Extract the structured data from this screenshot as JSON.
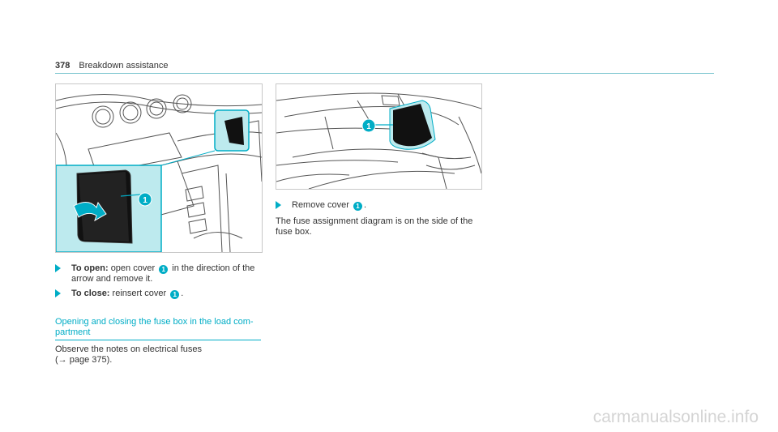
{
  "header": {
    "page_number": "378",
    "section": "Breakdown assistance"
  },
  "figure_1": {
    "callout": "1"
  },
  "figure_2": {
    "callout": "1"
  },
  "steps_left": [
    {
      "label": "To open:",
      "text_before": "open cover",
      "ref": "1",
      "text_after": "in the direction of the arrow and remove it."
    },
    {
      "label": "To close:",
      "text_before": "reinsert cover",
      "ref": "1",
      "text_after": "."
    }
  ],
  "section": {
    "title": "Opening and closing the fuse box in the load com-partment"
  },
  "observe": {
    "line1": "Observe the notes on electrical fuses",
    "line2": "(→ page 375)."
  },
  "steps_right": [
    {
      "text_before": "Remove cover",
      "ref": "1",
      "text_after": "."
    }
  ],
  "fuse_note": "The fuse assignment diagram is on the side of the fuse box.",
  "watermark": "carmanualsonline.info",
  "colors": {
    "accent": "#00adc6",
    "highlight": "#bdeaee",
    "rule": "#7cc6cf"
  }
}
